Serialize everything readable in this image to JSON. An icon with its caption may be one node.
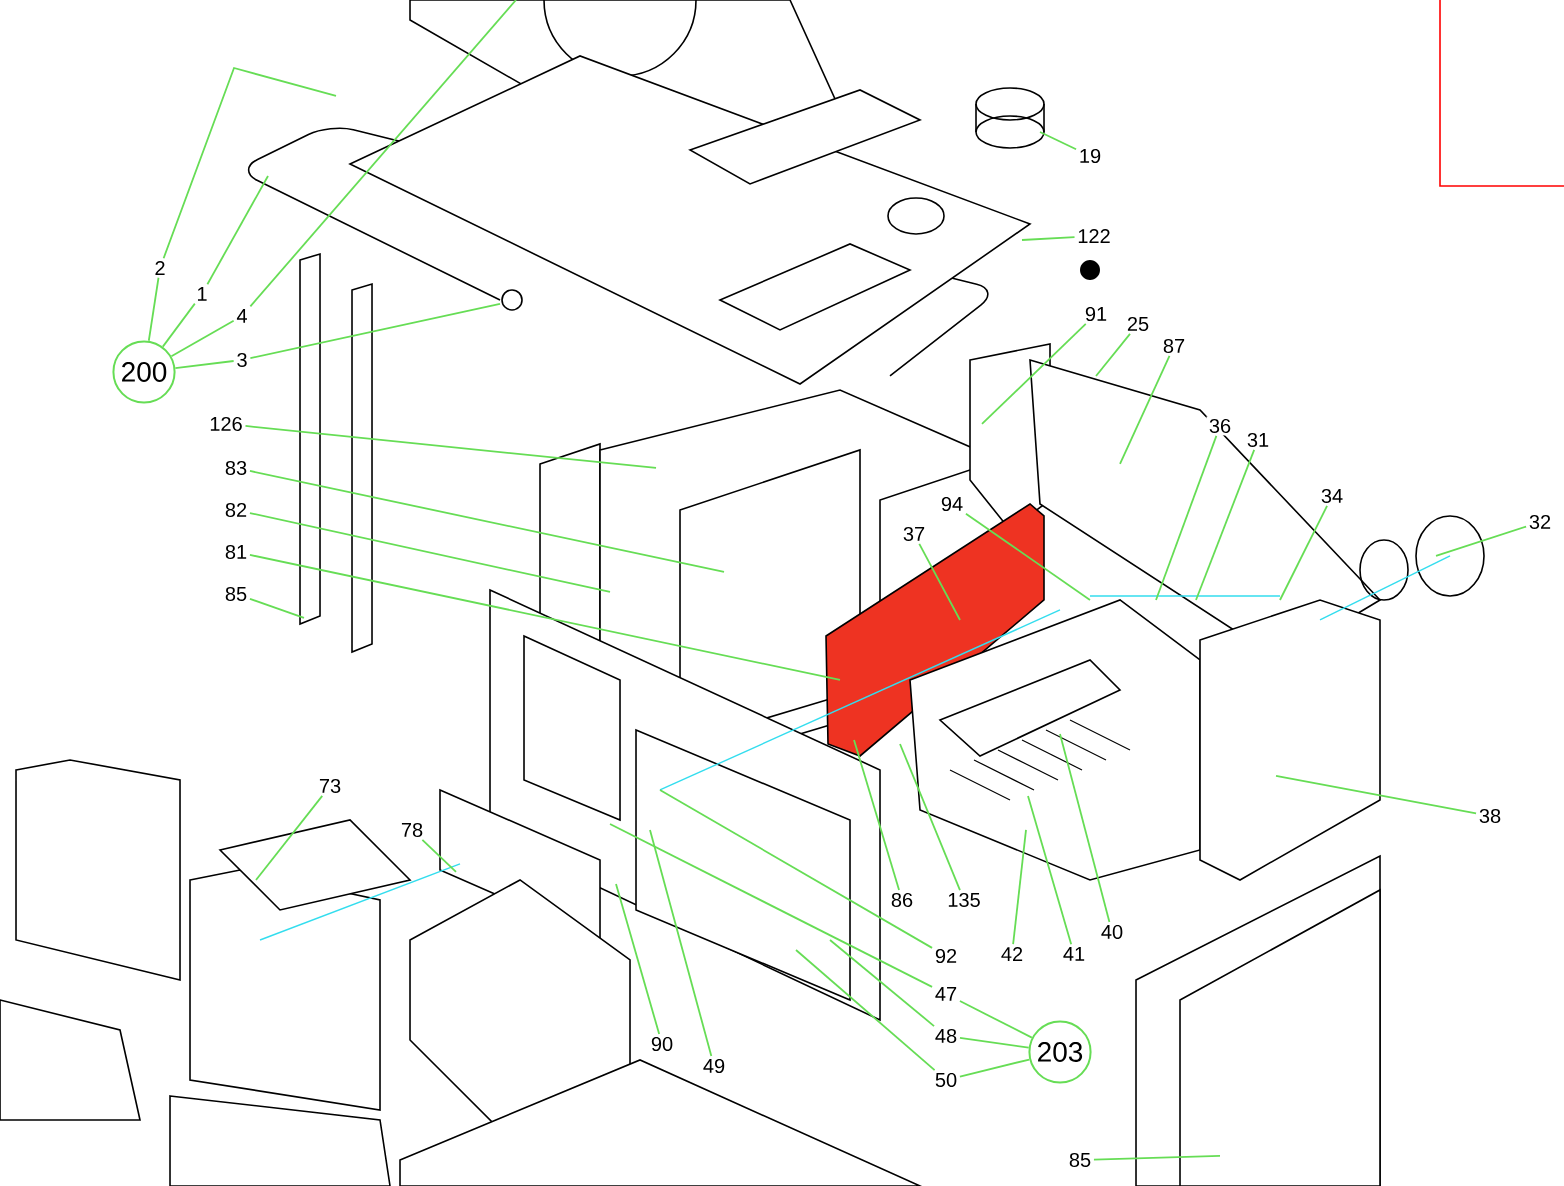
{
  "diagram": {
    "nodes": [
      {
        "text": [
          "2"
        ]
      },
      {
        "text": [
          "1"
        ]
      },
      {
        "text": [
          "4"
        ]
      },
      {
        "text": [
          "3"
        ]
      },
      {
        "text": [
          "200"
        ]
      },
      {
        "text": [
          "126"
        ]
      },
      {
        "text": [
          "83"
        ]
      },
      {
        "text": [
          "82"
        ]
      },
      {
        "text": [
          "81"
        ]
      },
      {
        "text": [
          "85"
        ]
      },
      {
        "text": [
          "19"
        ]
      },
      {
        "text": [
          "122"
        ]
      },
      {
        "text": [
          "91"
        ]
      },
      {
        "text": [
          "25"
        ]
      },
      {
        "text": [
          "87"
        ]
      },
      {
        "text": [
          "36"
        ]
      },
      {
        "text": [
          "31"
        ]
      },
      {
        "text": [
          "34"
        ]
      },
      {
        "text": [
          "32"
        ]
      },
      {
        "text": [
          "94"
        ]
      },
      {
        "text": [
          "37"
        ]
      },
      {
        "text": [
          "73"
        ]
      },
      {
        "text": [
          "78"
        ]
      },
      {
        "text": [
          "90"
        ]
      },
      {
        "text": [
          "49"
        ]
      },
      {
        "text": [
          "86"
        ]
      },
      {
        "text": [
          "135"
        ]
      },
      {
        "text": [
          "92"
        ]
      },
      {
        "text": [
          "47"
        ]
      },
      {
        "text": [
          "48"
        ]
      },
      {
        "text": [
          "50"
        ]
      },
      {
        "text": [
          "203"
        ]
      },
      {
        "text": [
          "42"
        ]
      },
      {
        "text": [
          "41"
        ]
      },
      {
        "text": [
          "40"
        ]
      },
      {
        "text": [
          "38"
        ]
      },
      {
        "text": [
          "85"
        ]
      }
    ],
    "edges": [
      {
        "from": 4,
        "to": 0,
        "arrow": "none"
      },
      {
        "from": 4,
        "to": 1,
        "arrow": "none"
      },
      {
        "from": 4,
        "to": 2,
        "arrow": "none"
      },
      {
        "from": 4,
        "to": 3,
        "arrow": "none"
      },
      {
        "from": 31,
        "to": 28,
        "arrow": "none"
      },
      {
        "from": 31,
        "to": 29,
        "arrow": "none"
      },
      {
        "from": 31,
        "to": 30,
        "arrow": "none"
      },
      {
        "from": 0,
        "to": null,
        "arrow": "none"
      },
      {
        "from": 1,
        "to": null,
        "arrow": "none"
      },
      {
        "from": 2,
        "to": null,
        "arrow": "none"
      },
      {
        "from": 3,
        "to": null,
        "arrow": "none"
      },
      {
        "from": 5,
        "to": null,
        "arrow": "none"
      },
      {
        "from": 6,
        "to": null,
        "arrow": "none"
      },
      {
        "from": 7,
        "to": null,
        "arrow": "none"
      },
      {
        "from": 8,
        "to": null,
        "arrow": "none"
      },
      {
        "from": 9,
        "to": null,
        "arrow": "none"
      },
      {
        "from": 10,
        "to": null,
        "arrow": "none"
      },
      {
        "from": 11,
        "to": null,
        "arrow": "none"
      },
      {
        "from": 12,
        "to": null,
        "arrow": "none"
      },
      {
        "from": 13,
        "to": null,
        "arrow": "none"
      },
      {
        "from": 14,
        "to": null,
        "arrow": "none"
      },
      {
        "from": 15,
        "to": null,
        "arrow": "none"
      },
      {
        "from": 16,
        "to": null,
        "arrow": "none"
      },
      {
        "from": 17,
        "to": null,
        "arrow": "none"
      },
      {
        "from": 18,
        "to": null,
        "arrow": "none"
      },
      {
        "from": 19,
        "to": null,
        "arrow": "none"
      },
      {
        "from": 20,
        "to": null,
        "arrow": "none"
      },
      {
        "from": 21,
        "to": null,
        "arrow": "none"
      },
      {
        "from": 22,
        "to": null,
        "arrow": "none"
      },
      {
        "from": 23,
        "to": null,
        "arrow": "none"
      },
      {
        "from": 24,
        "to": null,
        "arrow": "none"
      },
      {
        "from": 25,
        "to": null,
        "arrow": "none"
      },
      {
        "from": 26,
        "to": null,
        "arrow": "none"
      },
      {
        "from": 27,
        "to": null,
        "arrow": "none"
      },
      {
        "from": 28,
        "to": null,
        "arrow": "none"
      },
      {
        "from": 29,
        "to": null,
        "arrow": "none"
      },
      {
        "from": 30,
        "to": null,
        "arrow": "none"
      },
      {
        "from": 32,
        "to": null,
        "arrow": "none"
      },
      {
        "from": 33,
        "to": null,
        "arrow": "none"
      },
      {
        "from": 34,
        "to": null,
        "arrow": "none"
      },
      {
        "from": 35,
        "to": null,
        "arrow": "none"
      },
      {
        "from": 36,
        "to": null,
        "arrow": "none"
      }
    ]
  }
}
